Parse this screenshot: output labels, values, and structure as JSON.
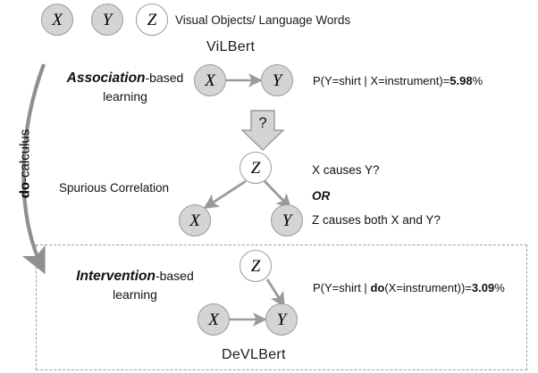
{
  "legend": {
    "nodes": [
      {
        "label": "X",
        "style": "filled"
      },
      {
        "label": "Y",
        "style": "filled"
      },
      {
        "label": "Z",
        "style": "hollow"
      }
    ],
    "caption": "Visual Objects/ Language Words"
  },
  "side": {
    "do_calculus_bold": "do",
    "do_calculus_rest": "-calculus"
  },
  "association": {
    "model_title": "ViLBert",
    "label_bold": "Association",
    "label_rest": "-based",
    "label_line2": "learning",
    "nodes": [
      {
        "label": "X",
        "style": "filled"
      },
      {
        "label": "Y",
        "style": "filled"
      }
    ],
    "formula_prefix": "P(Y=shirt | X=instrument)=",
    "formula_value": "5.98",
    "formula_suffix": "%"
  },
  "transition": {
    "arrow_glyph": "?"
  },
  "spurious": {
    "label": "Spurious Correlation",
    "nodes": [
      {
        "label": "Z",
        "style": "hollow"
      },
      {
        "label": "X",
        "style": "filled"
      },
      {
        "label": "Y",
        "style": "filled"
      }
    ],
    "questions": [
      "X causes Y?",
      "OR",
      "Z causes both X and Y?"
    ]
  },
  "intervention": {
    "label_bold": "Intervention",
    "label_rest": "-based",
    "label_line2": "learning",
    "model_title": "DeVLBert",
    "nodes": [
      {
        "label": "Z",
        "style": "hollow"
      },
      {
        "label": "X",
        "style": "filled"
      },
      {
        "label": "Y",
        "style": "filled"
      }
    ],
    "formula_prefix": "P(Y=shirt | ",
    "formula_do": "do",
    "formula_mid": "(X=instrument))=",
    "formula_value": "3.09",
    "formula_suffix": "%"
  },
  "colors": {
    "node_fill": "#d4d4d4",
    "node_stroke": "#9a9a9a",
    "arrow": "#9a9a9a",
    "panel_border": "#9c9c9c",
    "text": "#111111"
  }
}
